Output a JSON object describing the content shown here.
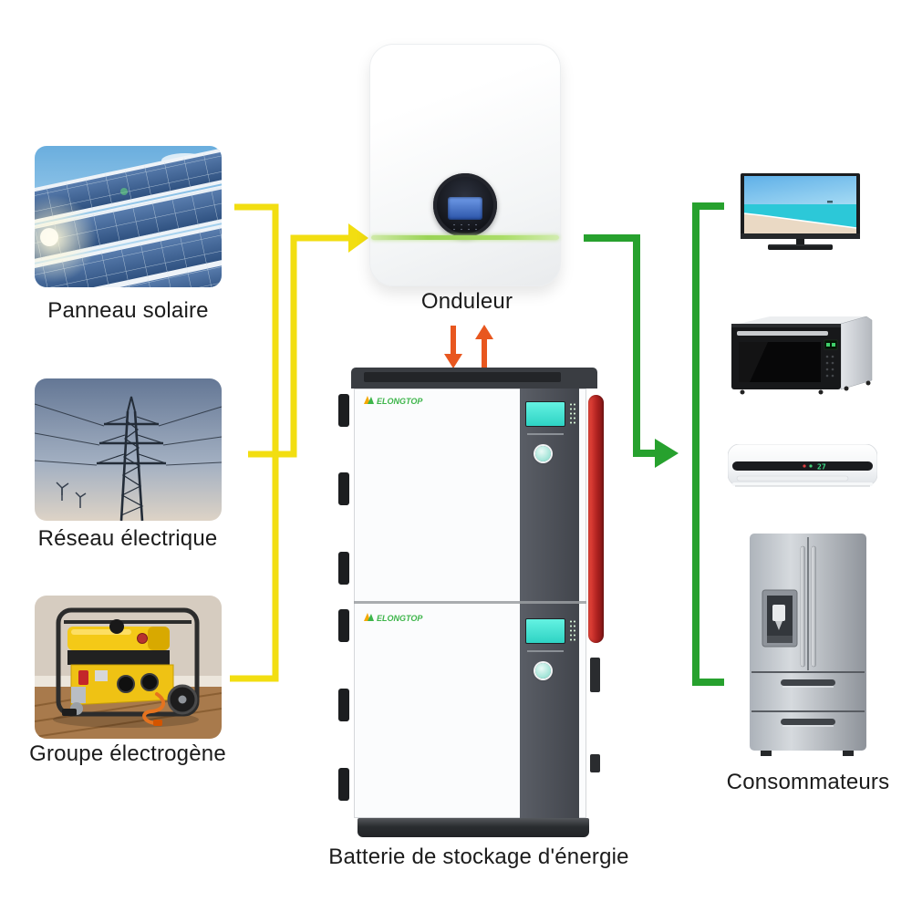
{
  "diagram": {
    "sources": [
      {
        "label": "Panneau solaire"
      },
      {
        "label": "Réseau électrique"
      },
      {
        "label": "Groupe électrogène"
      }
    ],
    "inverter": {
      "label": "Onduleur"
    },
    "battery": {
      "label": "Batterie de stockage d'énergie",
      "brand": "ELONGTOP"
    },
    "consumers": {
      "label": "Consommateurs",
      "ac_display": "27"
    }
  },
  "colors": {
    "source_flow_yellow": "#F2DE11",
    "inverter_battery_orange": "#E8571F",
    "load_flow_green": "#27A12E",
    "brand_green": "#3DB54A",
    "screen_cyan": "#3FE3D3",
    "label_text": "#1B1B1B",
    "background": "#FFFFFF"
  }
}
